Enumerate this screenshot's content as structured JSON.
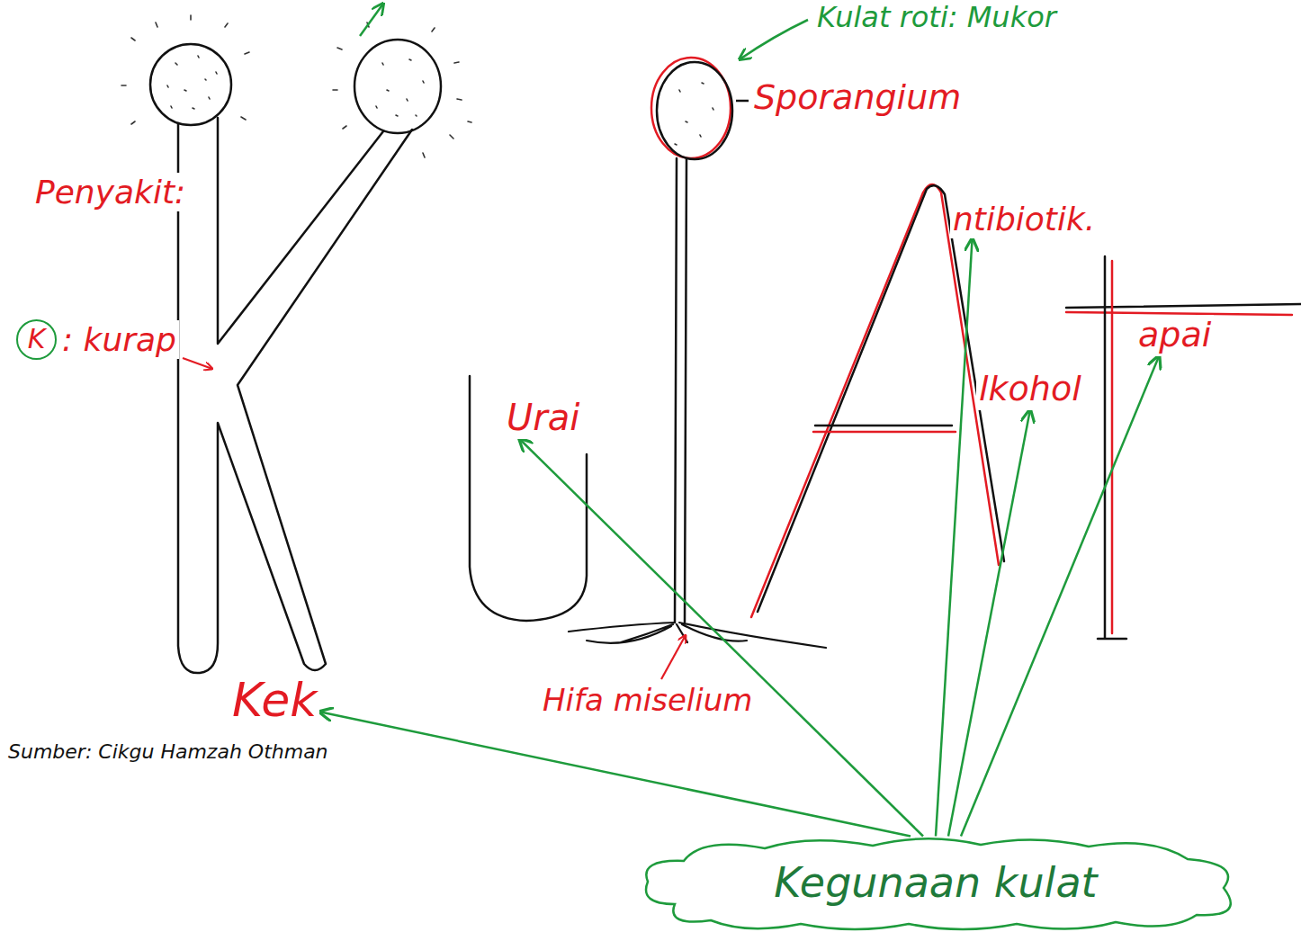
{
  "diagram": {
    "nodes": [
      {
        "text": [
          "ntibiotik."
        ]
      },
      {
        "text": [
          "K"
        ]
      },
      {
        "text": [
          "apai"
        ]
      },
      {
        "text": [
          "lkohol"
        ]
      },
      {
        "text": [
          "Urai"
        ]
      },
      {
        "text": [
          "Kek"
        ]
      },
      {
        "text": [
          "Kegunaan kulat"
        ]
      }
    ],
    "edges": [
      {
        "from": 6,
        "to": 5,
        "arrow": "to"
      },
      {
        "from": 6,
        "to": 4,
        "arrow": "to"
      },
      {
        "from": 6,
        "to": 0,
        "arrow": "to"
      },
      {
        "from": 6,
        "to": 3,
        "arrow": "to"
      },
      {
        "from": 6,
        "to": 2,
        "arrow": "to"
      }
    ],
    "labels": [
      "Kulat roti: Mukor",
      "Sporangium",
      "Penyakit:",
      ": kurap",
      "Hifa miselium",
      "Sumber: Cikgu Hamzah Othman"
    ]
  }
}
